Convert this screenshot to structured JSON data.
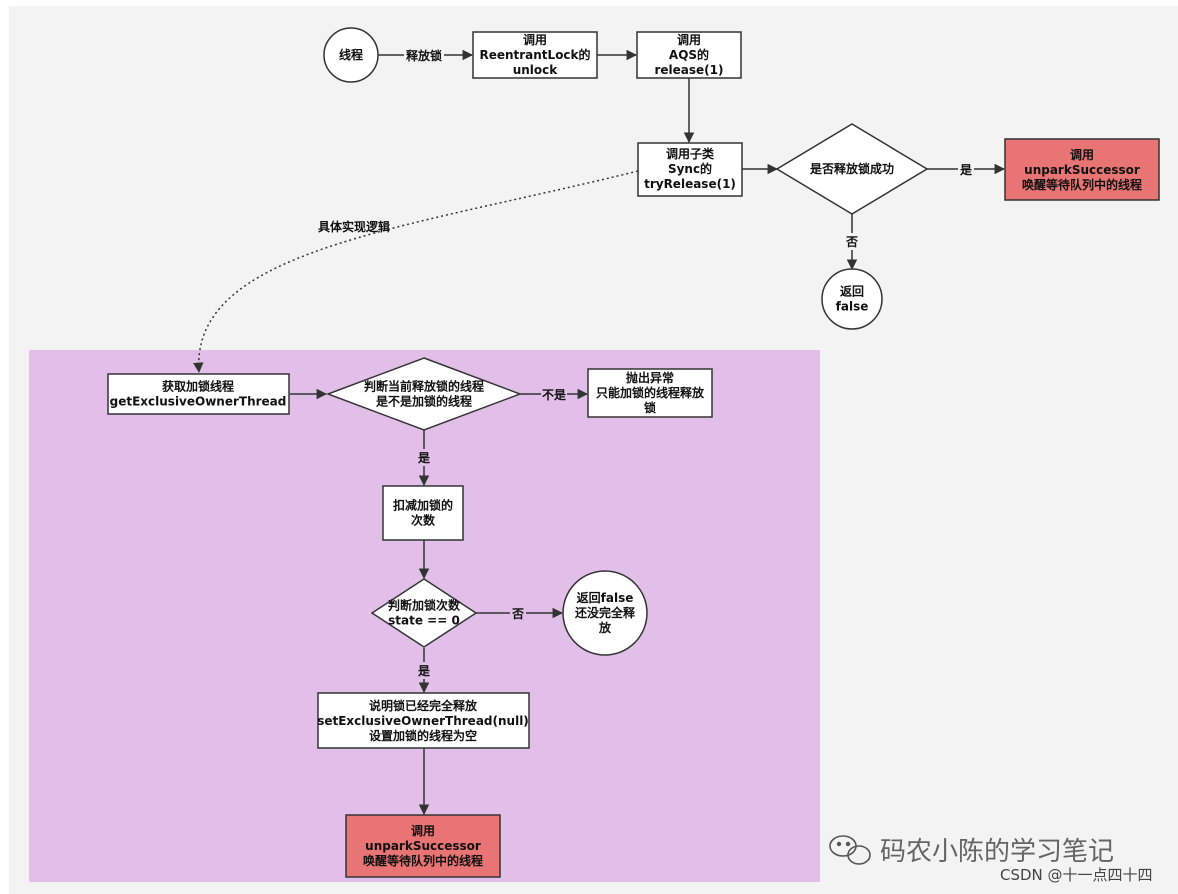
{
  "colors": {
    "page_bg": "#f3f3f3",
    "region_bg": "#e1bfe8",
    "node_fill": "#ffffff",
    "highlight_fill": "#e87474",
    "stroke": "#333333",
    "annotation_red": "#e8322b"
  },
  "nodes": {
    "thread": [
      "线程"
    ],
    "reentrant_unlock": [
      "调用",
      "ReentrantLock的",
      "unlock"
    ],
    "aqs_release": [
      "调用",
      "AQS的",
      "release(1)"
    ],
    "sync_tryrelease": [
      "调用子类",
      "Sync的",
      "tryRelease(1)"
    ],
    "release_success": [
      "是否释放锁成功"
    ],
    "unpark_top": [
      "调用",
      "unparkSuccessor",
      "唤醒等待队列中的线程"
    ],
    "return_false": [
      "返回",
      "false"
    ],
    "get_owner": [
      "获取加锁线程",
      "getExclusiveOwnerThread"
    ],
    "check_owner": [
      "判断当前释放锁的线程",
      "是不是加锁的线程"
    ],
    "throw_exception": [
      "抛出异常",
      "只能加锁的线程释放",
      "锁"
    ],
    "decrement_count": [
      "扣减加锁的",
      "次数"
    ],
    "check_state": [
      "判断加锁次数",
      "state == 0"
    ],
    "return_false_partial": [
      "返回false",
      "还没完全释",
      "放"
    ],
    "fully_released": [
      "说明锁已经完全释放",
      "setExclusiveOwnerThread(null)",
      "设置加锁的线程为空"
    ],
    "unpark_bottom": [
      "调用",
      "unparkSuccessor",
      "唤醒等待队列中的线程"
    ]
  },
  "edge_labels": {
    "release_lock": "释放锁",
    "yes_top": "是",
    "no_top": "否",
    "impl_logic": "具体实现逻辑",
    "not_owner": "不是",
    "is_owner": "是",
    "state_no": "否",
    "state_yes": "是"
  },
  "watermark": {
    "account": "码农小陈的学习笔记",
    "credit": "CSDN @十一点四十四"
  }
}
